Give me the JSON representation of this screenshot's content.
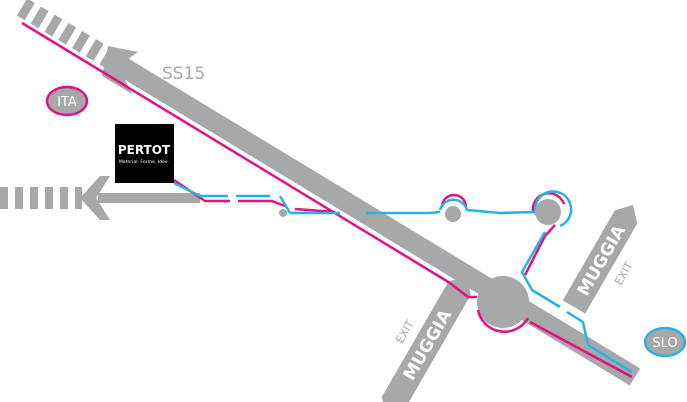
{
  "colors": {
    "road": "#a7a8aa",
    "route_ita": "#e0137f",
    "route_slo": "#27b2e6",
    "logo_bg": "#000000",
    "text_light": "#ffffff"
  },
  "road_labels": {
    "highway": "SS15",
    "exit_left_small": "EXIT",
    "exit_left_big": "MUGGIA",
    "exit_right_big": "MUGGIA",
    "exit_right_small": "EXIT"
  },
  "badges": {
    "ita": "ITA",
    "slo": "SLO"
  },
  "logo": {
    "name": "PERTOT",
    "tagline": "Material. Forme. Idee."
  },
  "icons": [
    "arrow-left-icon",
    "arrow-up-left-icon",
    "roundabout-icon"
  ]
}
